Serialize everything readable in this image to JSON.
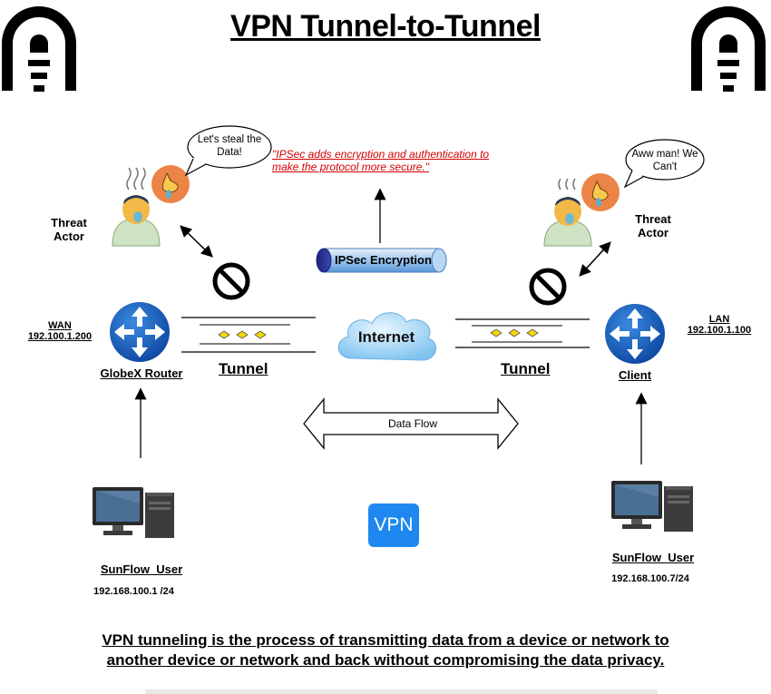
{
  "title": "VPN Tunnel-to-Tunnel",
  "quote": "\"IPSec adds encryption and authentication to make the protocol more secure.\"",
  "ipsec_label": "IPSec Encryption",
  "internet_label": "Internet",
  "data_flow_label": "Data Flow",
  "vpn_badge": "VPN",
  "left": {
    "threat_actor_line1": "Threat",
    "threat_actor_line2": "Actor",
    "speech": "Let's steal the Data!",
    "wan_label": "WAN",
    "wan_ip": "192.100.1.200",
    "router_label": "GlobeX Router",
    "tunnel_label": "Tunnel",
    "user_label": "SunFlow_User",
    "user_ip": "192.168.100.1 /24"
  },
  "right": {
    "threat_actor_line1": "Threat",
    "threat_actor_line2": "Actor",
    "speech": "Aww man! We Can't",
    "lan_label": "LAN",
    "lan_ip": "192.100.1.100",
    "client_label": "Client",
    "tunnel_label": "Tunnel",
    "user_label": "SunFlow_User",
    "user_ip": "192.168.100.7/24"
  },
  "footer_line1": "VPN tunneling is the process of transmitting data from a device or network to",
  "footer_line2": "another device or network and back without compromising the data privacy.",
  "colors": {
    "router_blue": "#1565c0",
    "cloud_blue": "#a8d8f8",
    "quote_red": "#d40000",
    "vpn_badge": "#1e88f0",
    "tunnel_diamond": "#f5d800"
  },
  "icons": [
    "tunnel-icon",
    "router-icon",
    "cloud-icon",
    "computer-icon",
    "no-entry-icon",
    "threat-actor-icon",
    "speech-bubble-icon",
    "ipsec-cylinder-icon"
  ]
}
